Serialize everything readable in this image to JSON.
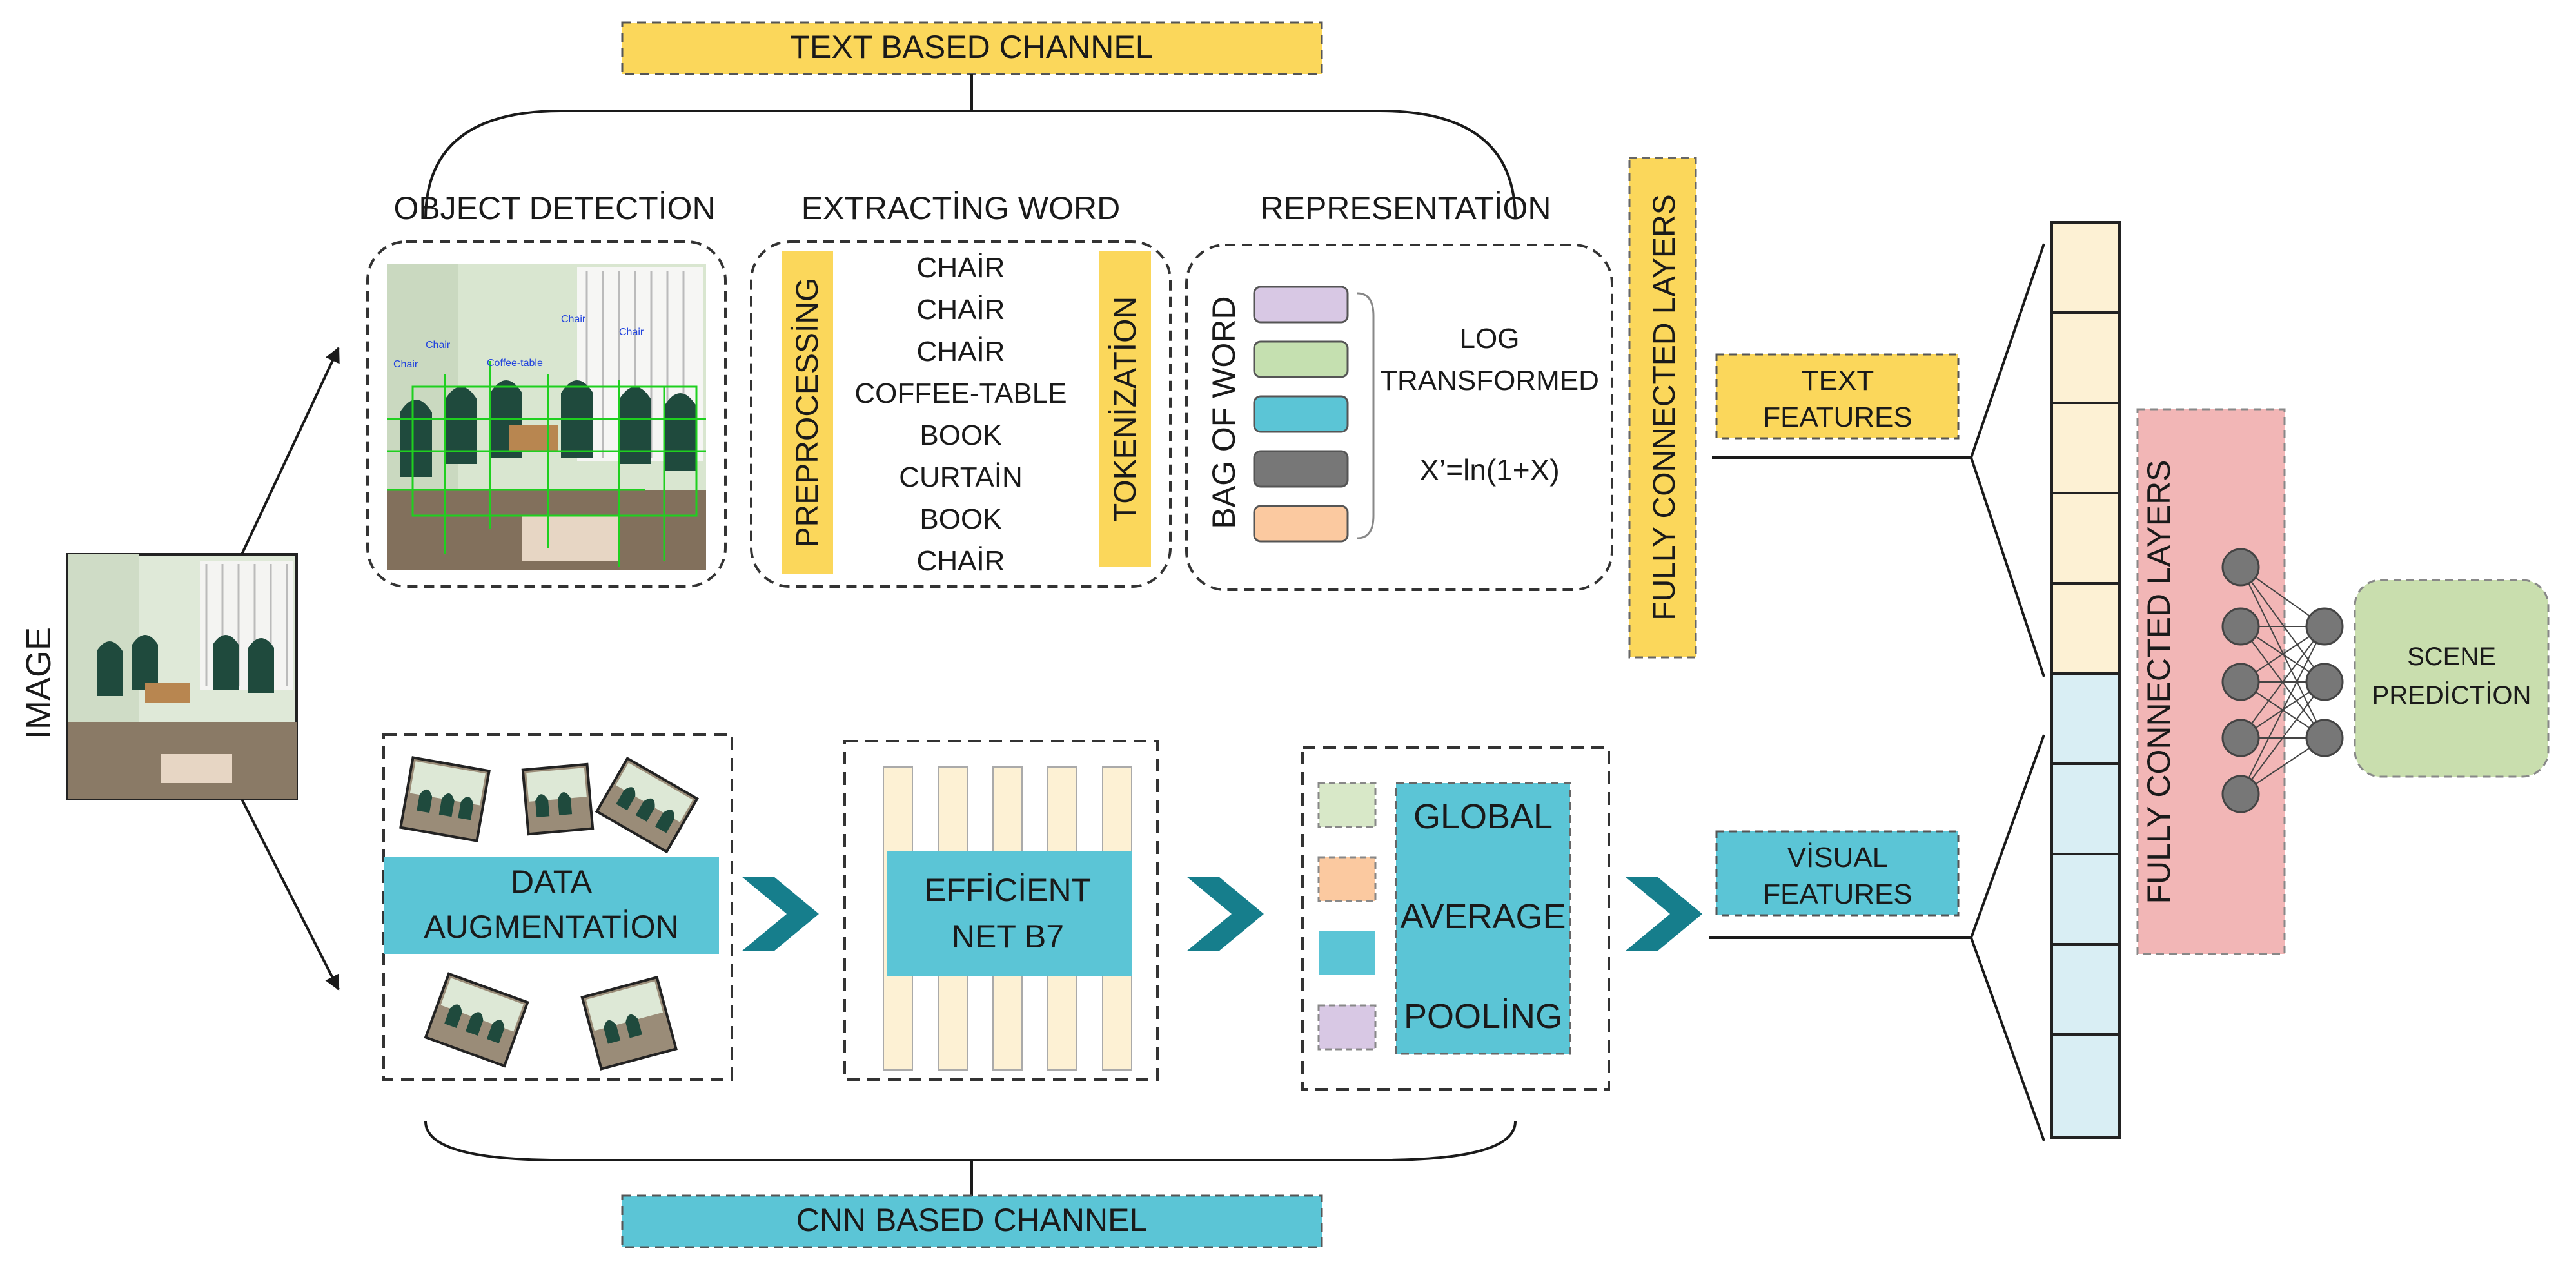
{
  "channels": {
    "text": "TEXT BASED CHANNEL",
    "cnn": "CNN BASED CHANNEL"
  },
  "input_label": "IMAGE",
  "text_channel": {
    "object_detection": {
      "title": "OBJECT DETECTİON",
      "detections": [
        "Chair",
        "Chair",
        "Coffee-table",
        "Chair",
        "Chair"
      ]
    },
    "extracting_word": {
      "title": "EXTRACTİNG WORD",
      "preprocessing": "PREPROCESSİNG",
      "tokenization": "TOKENİZATİON",
      "words": [
        "CHAİR",
        "CHAİR",
        "CHAİR",
        "COFFEE-TABLE",
        "BOOK",
        "CURTAİN",
        "BOOK",
        "CHAİR"
      ]
    },
    "representation": {
      "title": "REPRESENTATİON",
      "bag_of_word": "BAG OF WORD",
      "log_line1": "LOG",
      "log_line2": "TRANSFORMED",
      "formula": "X’=ln(1+X)"
    },
    "fc_label": "FULLY CONNECTED LAYERS",
    "features_line1": "TEXT",
    "features_line2": "FEATURES"
  },
  "cnn_channel": {
    "augmentation_line1": "DATA",
    "augmentation_line2": "AUGMENTATİON",
    "model_line1": "EFFİCİENT",
    "model_line2": "NET B7",
    "pooling_line1": "GLOBAL",
    "pooling_line2": "AVERAGE",
    "pooling_line3": "POOLİNG",
    "features_line1": "VİSUAL",
    "features_line2": "FEATURES"
  },
  "fusion": {
    "fc_label": "FULLY CONNECTED LAYERS",
    "output_line1": "SCENE",
    "output_line2": "PREDİCTİON"
  },
  "colors": {
    "yellow": "#fbd75b",
    "teal": "#5bc5d6",
    "chevron": "#167e8c",
    "pink": "#f2b6b6",
    "green": "#c9deae",
    "text_feature_cell": "#fdf1d4",
    "visual_feature_cell": "#d9eef4",
    "bow_colors": [
      "#d8c8e4",
      "#c5e0b0",
      "#5bc5d6",
      "#777777",
      "#fbc9a0"
    ],
    "pool_colors": [
      "#d8e8c8",
      "#fbc9a0",
      "#5bc5d6",
      "#d8c8e4"
    ]
  }
}
